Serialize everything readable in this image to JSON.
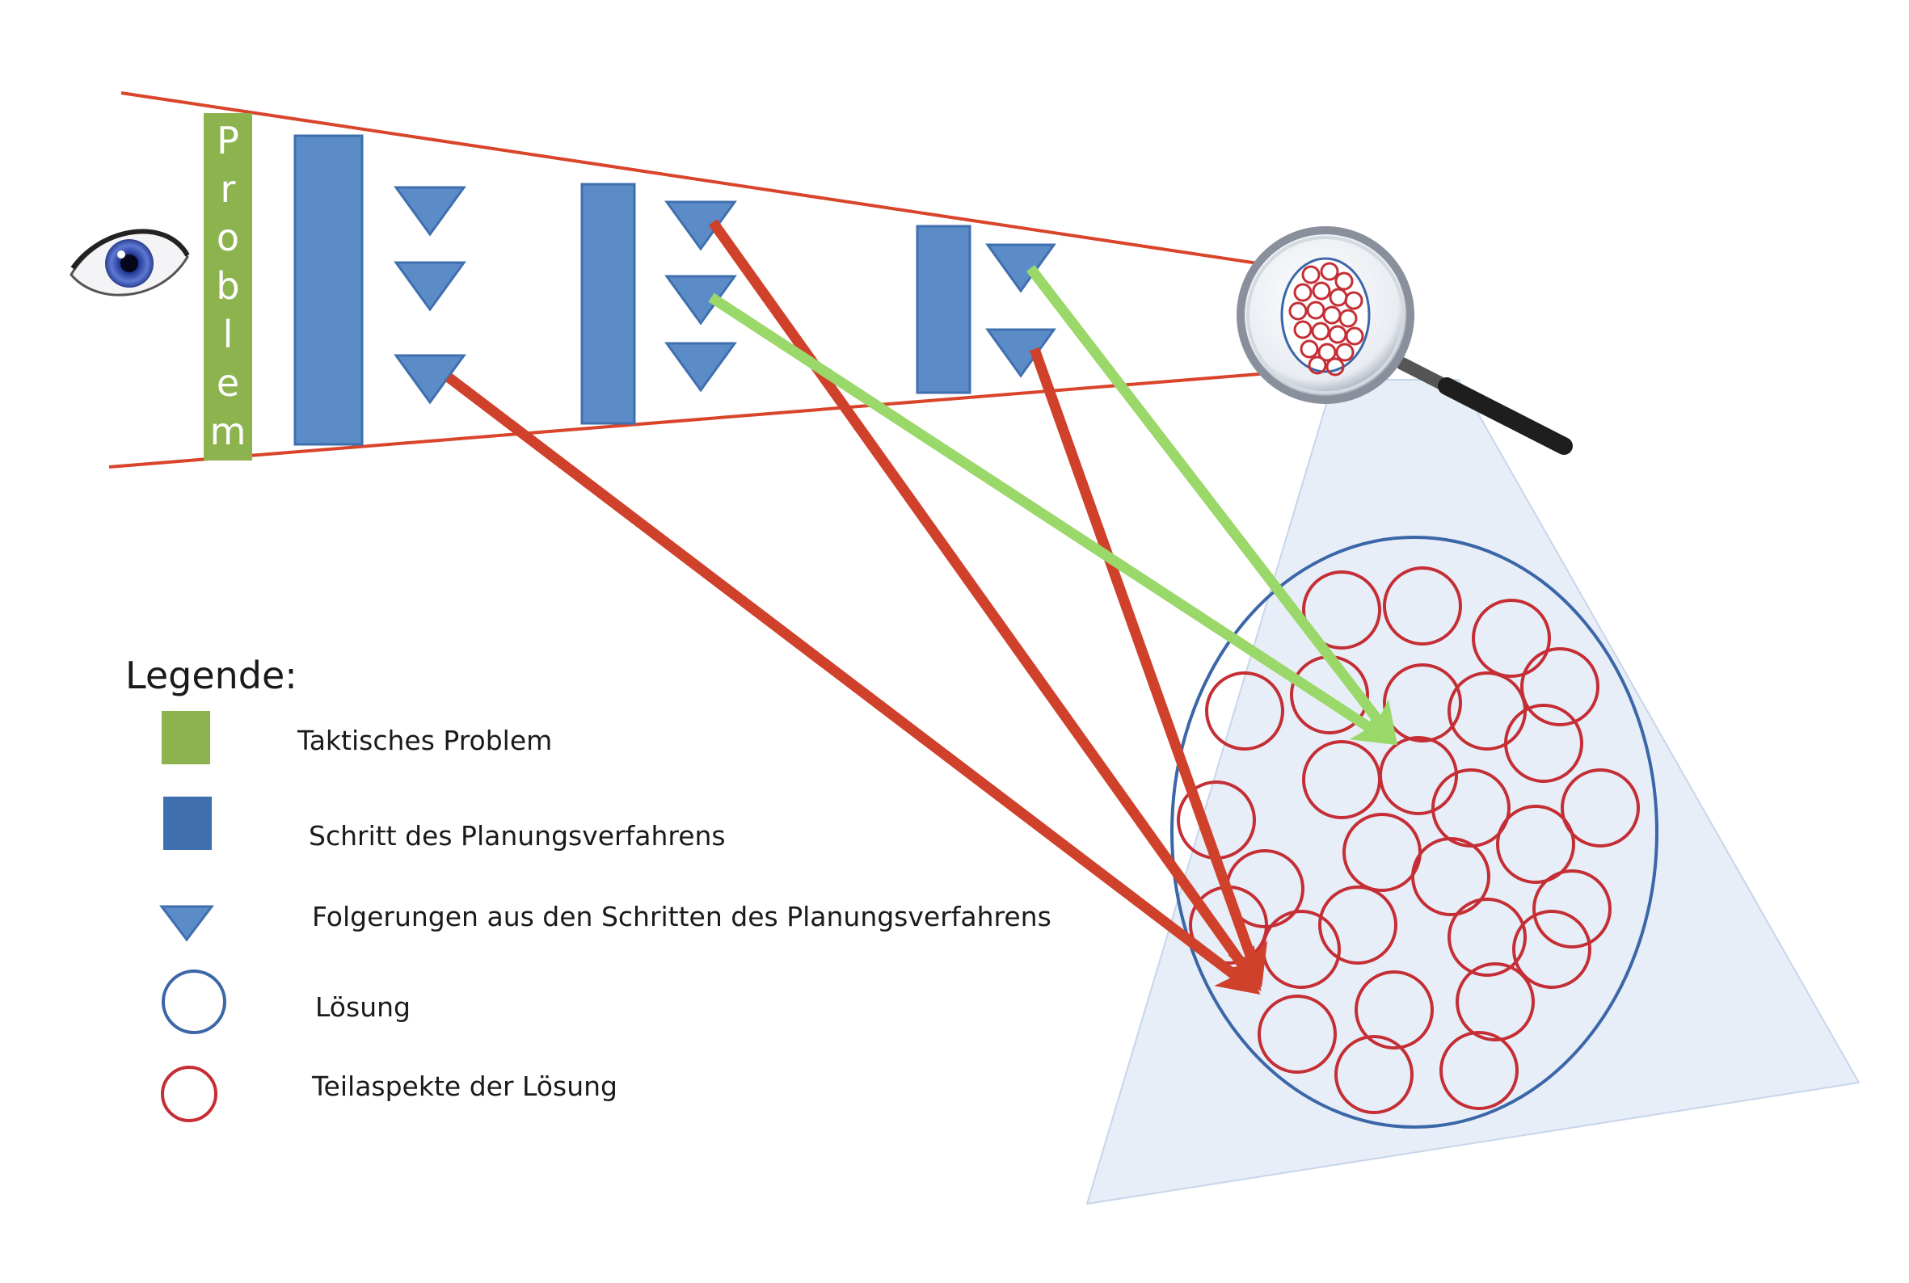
{
  "problem_label": "Problem",
  "legend": {
    "title": "Legende:",
    "items": [
      {
        "symbol": "green-square",
        "label": "Taktisches Problem"
      },
      {
        "symbol": "blue-square",
        "label": "Schritt des Planungsverfahrens"
      },
      {
        "symbol": "blue-triangle",
        "label": "Folgerungen aus den Schritten des Planungsverfahrens"
      },
      {
        "symbol": "blue-circle",
        "label": "Lösung"
      },
      {
        "symbol": "red-circle",
        "label": "Teilaspekte der Lösung"
      }
    ]
  },
  "colors": {
    "problem_green": "#8db34f",
    "step_blue": "#5b8cc8",
    "step_blue_dark": "#3f6fae",
    "funnel_red": "#d9442b",
    "arrow_red": "#d0412b",
    "arrow_green": "#9ad86a",
    "solution_blue": "#3b66a8",
    "aspect_red": "#c42e34",
    "beam_fill": "#e7eef8"
  },
  "icons": [
    "eye-icon",
    "magnifier-icon"
  ]
}
